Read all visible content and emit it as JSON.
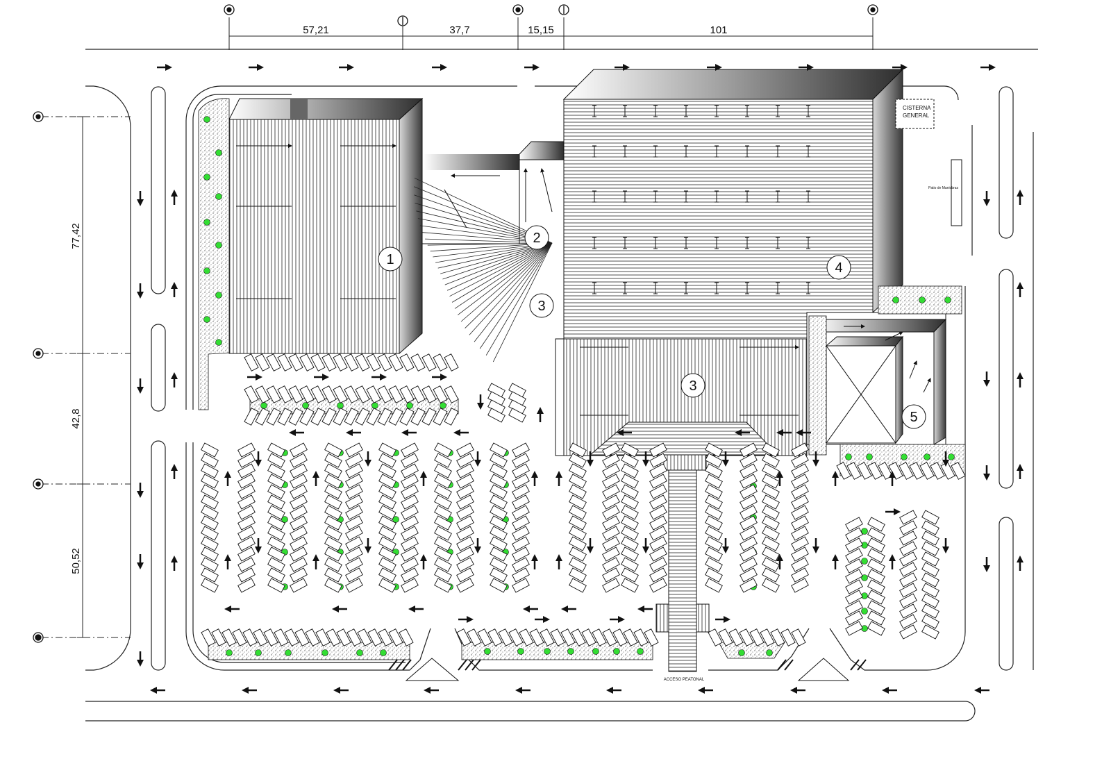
{
  "dimensions": {
    "horizontal": [
      "57,21",
      "37,7",
      "15,15",
      "101"
    ],
    "vertical": [
      "77,42",
      "42,8",
      "50,52"
    ]
  },
  "zones": [
    "1",
    "2",
    "3",
    "3",
    "4",
    "5"
  ],
  "labels": {
    "cisterna_line1": "CISTERNA",
    "cisterna_line2": "GENERAL",
    "acceso_peatonal": "ACCESO PEATONAL",
    "patio": "Patio de Maniobras"
  },
  "colors": {
    "ink": "#111111",
    "vegetation": "#33dd33",
    "background": "#ffffff"
  }
}
